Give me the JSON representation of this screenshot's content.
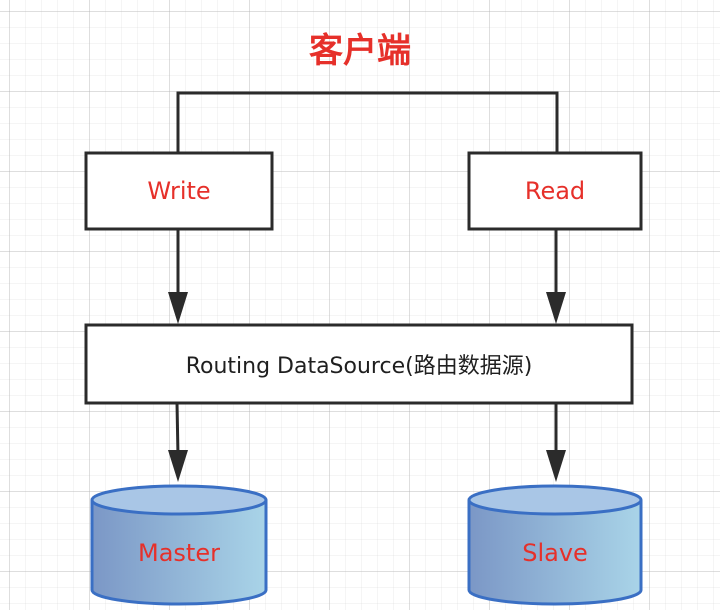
{
  "title": "客户端",
  "nodes": {
    "write": "Write",
    "read": "Read",
    "routing": "Routing DataSource(路由数据源)",
    "master": "Master",
    "slave": "Slave"
  },
  "colors": {
    "label_red": "#e6302a",
    "line": "#2b2b2b",
    "db_fill_left": "#7b97c6",
    "db_fill_right": "#a9d4e8",
    "db_stroke": "#3a6fc4"
  }
}
